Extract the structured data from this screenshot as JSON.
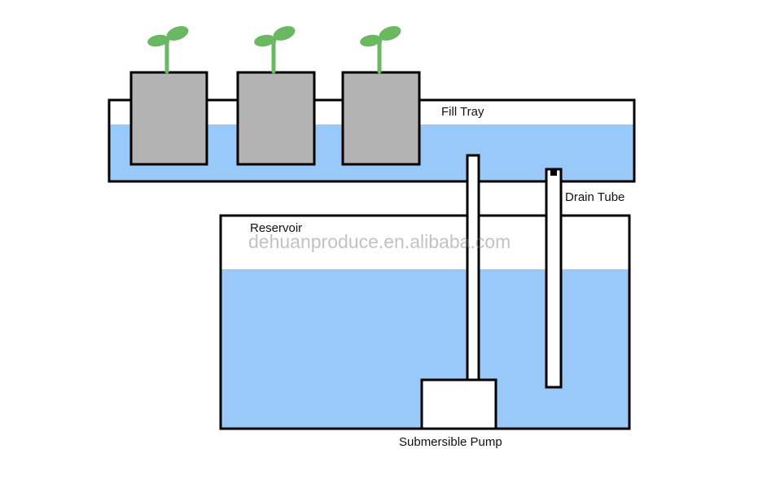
{
  "labels": {
    "fill_tray": "Fill Tray",
    "drain_tube": "Drain Tube",
    "reservoir": "Reservoir",
    "pump": "Submersible Pump"
  },
  "watermark": "dehuanproduce.en.alibaba.com",
  "colors": {
    "water": "#99c9f9",
    "pot": "#b3b3b3",
    "outline": "#000000",
    "plant": "#6bb862"
  }
}
